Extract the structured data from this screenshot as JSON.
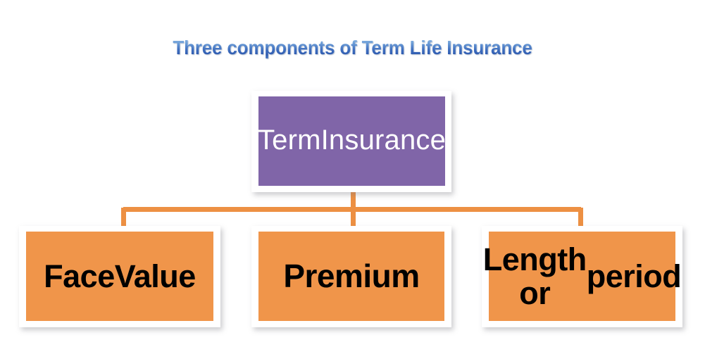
{
  "title": {
    "text": "Three components of Term Life Insurance"
  },
  "colors": {
    "background": "#ffffff",
    "title_gradient_top": "#9fc2e8",
    "title_gradient_bottom": "#2f5bb0",
    "root_fill": "#8065a8",
    "root_text": "#ffffff",
    "leaf_fill": "#f0954a",
    "leaf_text": "#000000",
    "connector": "#ed9043",
    "box_border": "#ffffff"
  },
  "diagram": {
    "type": "org-chart",
    "root": {
      "label": "Term Insurance",
      "lines": [
        "Term",
        "Insurance"
      ]
    },
    "children": [
      {
        "label": "Face Value",
        "lines": [
          "Face",
          "Value"
        ]
      },
      {
        "label": "Premium",
        "lines": [
          "Premium"
        ]
      },
      {
        "label": "Length or period",
        "lines": [
          "Length or",
          "period"
        ]
      }
    ]
  }
}
